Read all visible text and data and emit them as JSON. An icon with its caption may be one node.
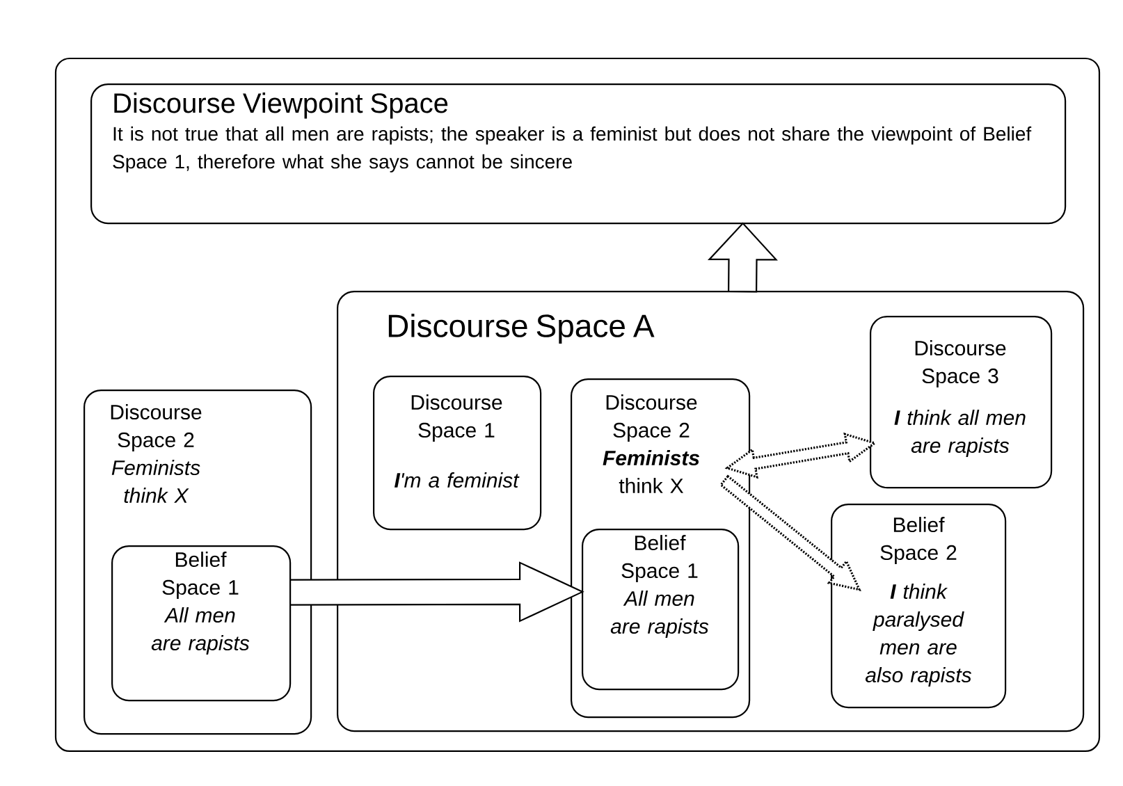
{
  "diagram": {
    "nodes": [
      {
        "text": [
          "Discourse Viewpoint Space",
          "It is not true that all men are rapists; the speaker is a feminist but does not share the viewpoint of Belief Space 1, therefore what she says cannot be sincere"
        ]
      },
      {
        "text": [
          "Discourse Space 2",
          "Feminists think X"
        ]
      },
      {
        "text": [
          "Belief Space 1",
          "All men are rapists"
        ],
        "in": 1
      },
      {
        "text": [
          "Discourse Space A"
        ]
      },
      {
        "text": [
          "Discourse Space 1",
          "**I**'m a feminist"
        ],
        "in": 3
      },
      {
        "text": [
          "Discourse Space 2",
          "Feminists",
          "think X"
        ],
        "in": 3
      },
      {
        "text": [
          "Belief Space 1",
          "All men are rapists"
        ],
        "in": 5
      },
      {
        "text": [
          "Discourse Space 3",
          "**I** think all men are rapists"
        ],
        "in": 3
      },
      {
        "text": [
          "Belief Space 2",
          "**I** think paralysed men are also rapists"
        ],
        "in": 3
      }
    ],
    "edges": [
      {
        "from": 2,
        "to": 6,
        "arrow": "to"
      },
      {
        "from": 3,
        "to": 0,
        "arrow": "to"
      },
      {
        "from": 5,
        "to": 7,
        "arrow": "both",
        "style": "dashed"
      },
      {
        "from": 5,
        "to": 8,
        "arrow": "to",
        "style": "dashed"
      }
    ]
  }
}
